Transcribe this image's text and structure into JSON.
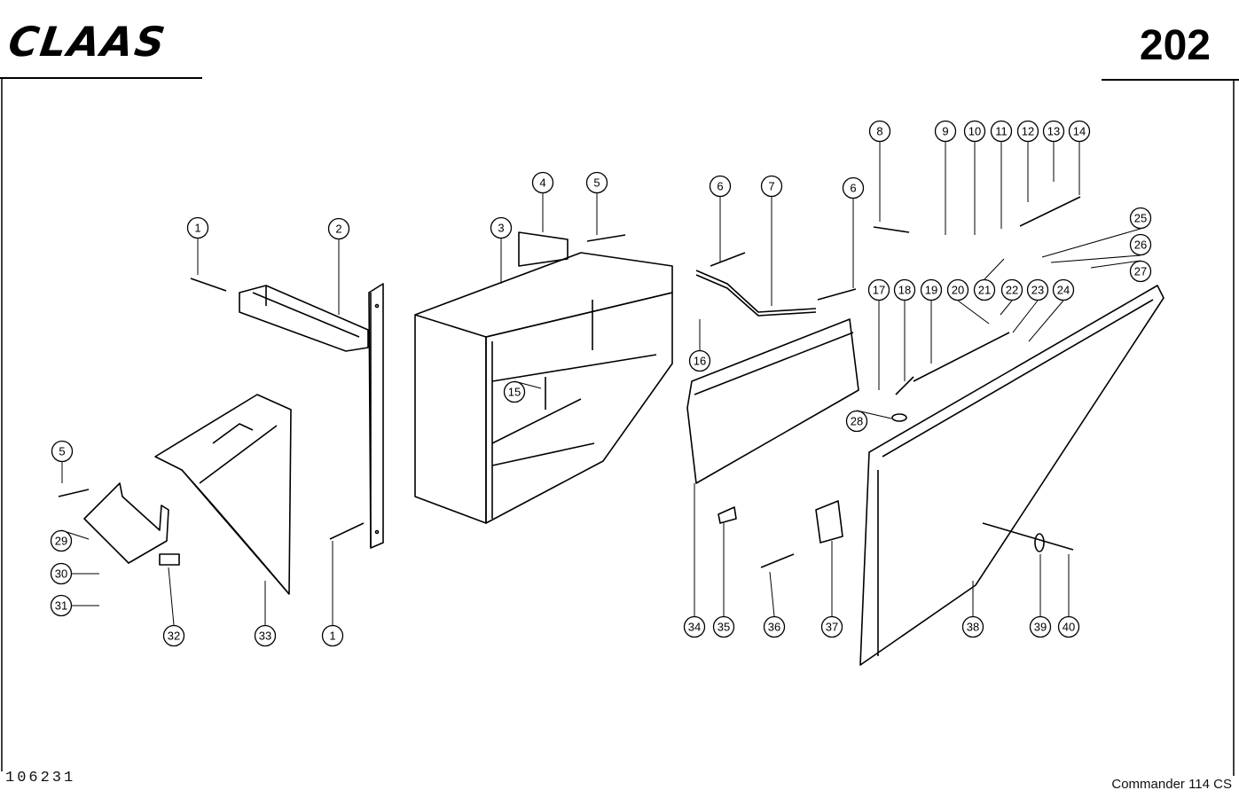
{
  "header": {
    "brand": "CLAAS",
    "page_number": "202"
  },
  "footer": {
    "document_number": "106231",
    "model": "Commander 114 CS"
  },
  "callouts": [
    {
      "id": "c1a",
      "label": "1"
    },
    {
      "id": "c2",
      "label": "2"
    },
    {
      "id": "c3",
      "label": "3"
    },
    {
      "id": "c4",
      "label": "4"
    },
    {
      "id": "c5a",
      "label": "5"
    },
    {
      "id": "c6a",
      "label": "6"
    },
    {
      "id": "c7",
      "label": "7"
    },
    {
      "id": "c6b",
      "label": "6"
    },
    {
      "id": "c8",
      "label": "8"
    },
    {
      "id": "c9",
      "label": "9"
    },
    {
      "id": "c10",
      "label": "10"
    },
    {
      "id": "c11",
      "label": "11"
    },
    {
      "id": "c12",
      "label": "12"
    },
    {
      "id": "c13",
      "label": "13"
    },
    {
      "id": "c14",
      "label": "14"
    },
    {
      "id": "c25",
      "label": "25"
    },
    {
      "id": "c26",
      "label": "26"
    },
    {
      "id": "c27",
      "label": "27"
    },
    {
      "id": "c17",
      "label": "17"
    },
    {
      "id": "c18",
      "label": "18"
    },
    {
      "id": "c19",
      "label": "19"
    },
    {
      "id": "c20",
      "label": "20"
    },
    {
      "id": "c21",
      "label": "21"
    },
    {
      "id": "c22",
      "label": "22"
    },
    {
      "id": "c23",
      "label": "23"
    },
    {
      "id": "c24",
      "label": "24"
    },
    {
      "id": "c16",
      "label": "16"
    },
    {
      "id": "c15",
      "label": "15"
    },
    {
      "id": "c28",
      "label": "28"
    },
    {
      "id": "c5b",
      "label": "5"
    },
    {
      "id": "c29",
      "label": "29"
    },
    {
      "id": "c30",
      "label": "30"
    },
    {
      "id": "c31",
      "label": "31"
    },
    {
      "id": "c32",
      "label": "32"
    },
    {
      "id": "c33",
      "label": "33"
    },
    {
      "id": "c1b",
      "label": "1"
    },
    {
      "id": "c34",
      "label": "34"
    },
    {
      "id": "c35",
      "label": "35"
    },
    {
      "id": "c36",
      "label": "36"
    },
    {
      "id": "c37",
      "label": "37"
    },
    {
      "id": "c38",
      "label": "38"
    },
    {
      "id": "c39",
      "label": "39"
    },
    {
      "id": "c40",
      "label": "40"
    }
  ]
}
